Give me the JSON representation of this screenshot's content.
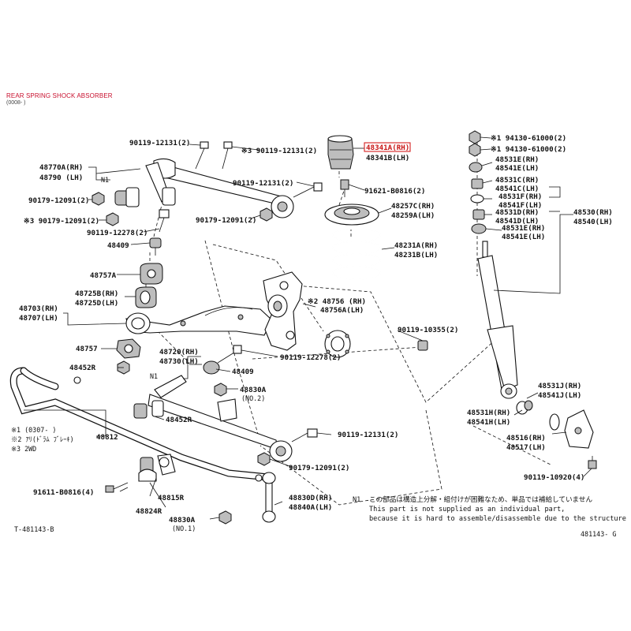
{
  "title": "REAR SPRING SHOCK ABSORBER",
  "subtitle": "(0008- )",
  "corner_left": "T-481143-B",
  "corner_right": "481143- G",
  "labels": {
    "l90119_12131_top": "90119-12131(2)",
    "l90119_12131_top3": "※3 90119-12131(2)",
    "l48770A": "48770A(RH)",
    "l48790": "48790 (LH)",
    "lN1a": "N1",
    "l90119_12131_mid": "90119-12131(2)",
    "l90179_12091_a": "90179-12091(2)",
    "l90179_12091_b": "※3 90179-12091(2)",
    "l90179_12091_c": "90179-12091(2)",
    "l90119_12278_a": "90119-12278(2)",
    "l48409_a": "48409",
    "l48757A": "48757A",
    "l48725B": "48725B(RH)",
    "l48725D": "48725D(LH)",
    "l48703": "48703(RH)",
    "l48707": "48707(LH)",
    "l48757": "48757",
    "l48720": "48720(RH)",
    "l48730": "48730(LH)",
    "l90119_12278_b": "90119-12278(2)",
    "l48452R_a": "48452R",
    "l48409_b": "48409",
    "lN1b": "N1",
    "l48830A_2": "48830A",
    "l48830A_2n": "(NO.2)",
    "l48452R_b": "48452R",
    "l48812": "48812",
    "fn1": "※1 (0307-   )",
    "fn2": "※2 ｱﾘ(ﾄﾞﾗﾑ ﾌﾞﾚｰｷ)",
    "fn3": "※3 2WD",
    "l91611": "91611-B0816(4)",
    "l48815R": "48815R",
    "l48824R": "48824R",
    "l48830A_1": "48830A",
    "l48830A_1n": "(NO.1)",
    "l48830D": "48830D(RH)",
    "l48840A": "48840A(LH)",
    "l90119_12131_low": "90119-12131(2)",
    "l90179_12091_low": "90179-12091(2)",
    "l48341A": "48341A(RH)",
    "l48341B": "48341B(LH)",
    "l91621": "91621-B0816(2)",
    "l48257C": "48257C(RH)",
    "l48259A": "48259A(LH)",
    "l48231A": "48231A(RH)",
    "l48231B": "48231B(LH)",
    "l48756": "※2 48756 (RH)",
    "l48756A": "48756A(LH)",
    "l90119_10355": "90119-10355(2)",
    "l94130_a": "※1 94130-61000(2)",
    "l94130_b": "※1 94130-61000(2)",
    "l48531E_a": "48531E(RH)",
    "l48541E_a": "48541E(LH)",
    "l48531C": "48531C(RH)",
    "l48541C": "48541C(LH)",
    "l48531F": "48531F(RH)",
    "l48541F": "48541F(LH)",
    "l48531D": "48531D(RH)",
    "l48541D": "48541D(LH)",
    "l48531E_b": "48531E(RH)",
    "l48541E_b": "48541E(LH)",
    "l48530": "48530(RH)",
    "l48540": "48540(LH)",
    "l48531J": "48531J(RH)",
    "l48541J": "48541J(LH)",
    "l48531H": "48531H(RH)",
    "l48541H": "48541H(LH)",
    "l48516": "48516(RH)",
    "l48517": "48517(LH)",
    "l90119_10920": "90119-10920(4)"
  },
  "note": {
    "code": "N1",
    "jp": "この部品は構造上分解・組付けが困難なため、単品では補給していません",
    "en1": "This part is not supplied as an individual part,",
    "en2": "because it is hard to assemble/disassemble due to the structure"
  },
  "highlight_color": "#d42020"
}
